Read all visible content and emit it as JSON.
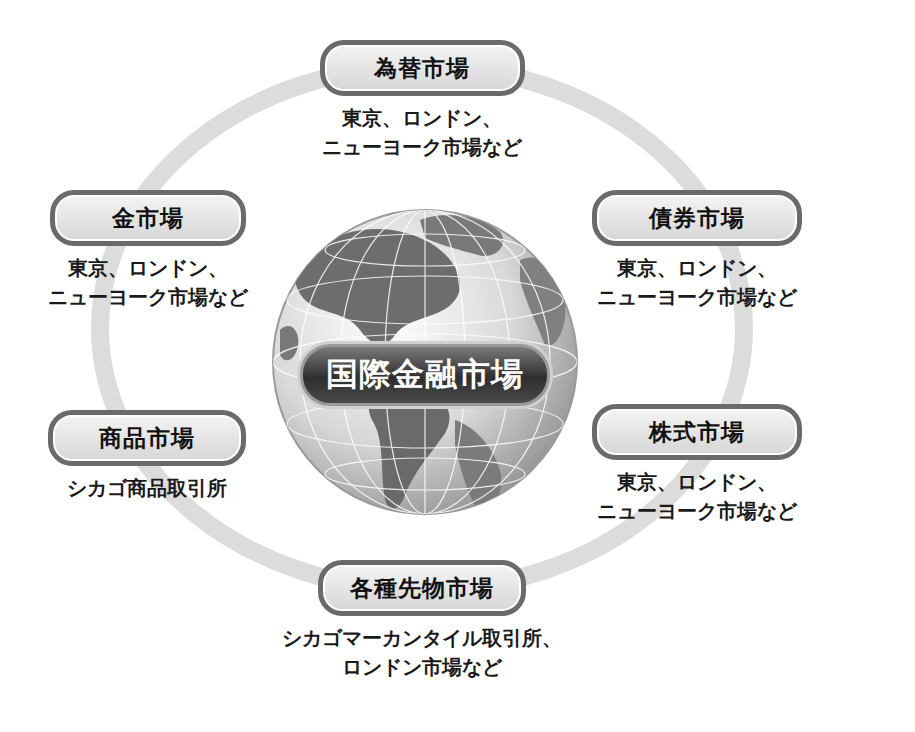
{
  "diagram": {
    "nodes": [
      {
        "text": [
          "為替市場",
          "東京、ロンドン、 ニューヨーク市場など"
        ]
      },
      {
        "text": [
          "金市場",
          "東京、ロンドン、 ニューヨーク市場など"
        ]
      },
      {
        "text": [
          "債券市場",
          "東京、ロンドン、 ニューヨーク市場など"
        ]
      },
      {
        "text": [
          "国際金融市場"
        ]
      },
      {
        "text": [
          "商品市場",
          "シカゴ商品取引所"
        ]
      },
      {
        "text": [
          "株式市場",
          "東京、ロンドン、 ニューヨーク市場など"
        ]
      },
      {
        "text": [
          "各種先物市場",
          "シカゴマーカンタイル取引所、 ロンドン市場など"
        ]
      }
    ]
  }
}
